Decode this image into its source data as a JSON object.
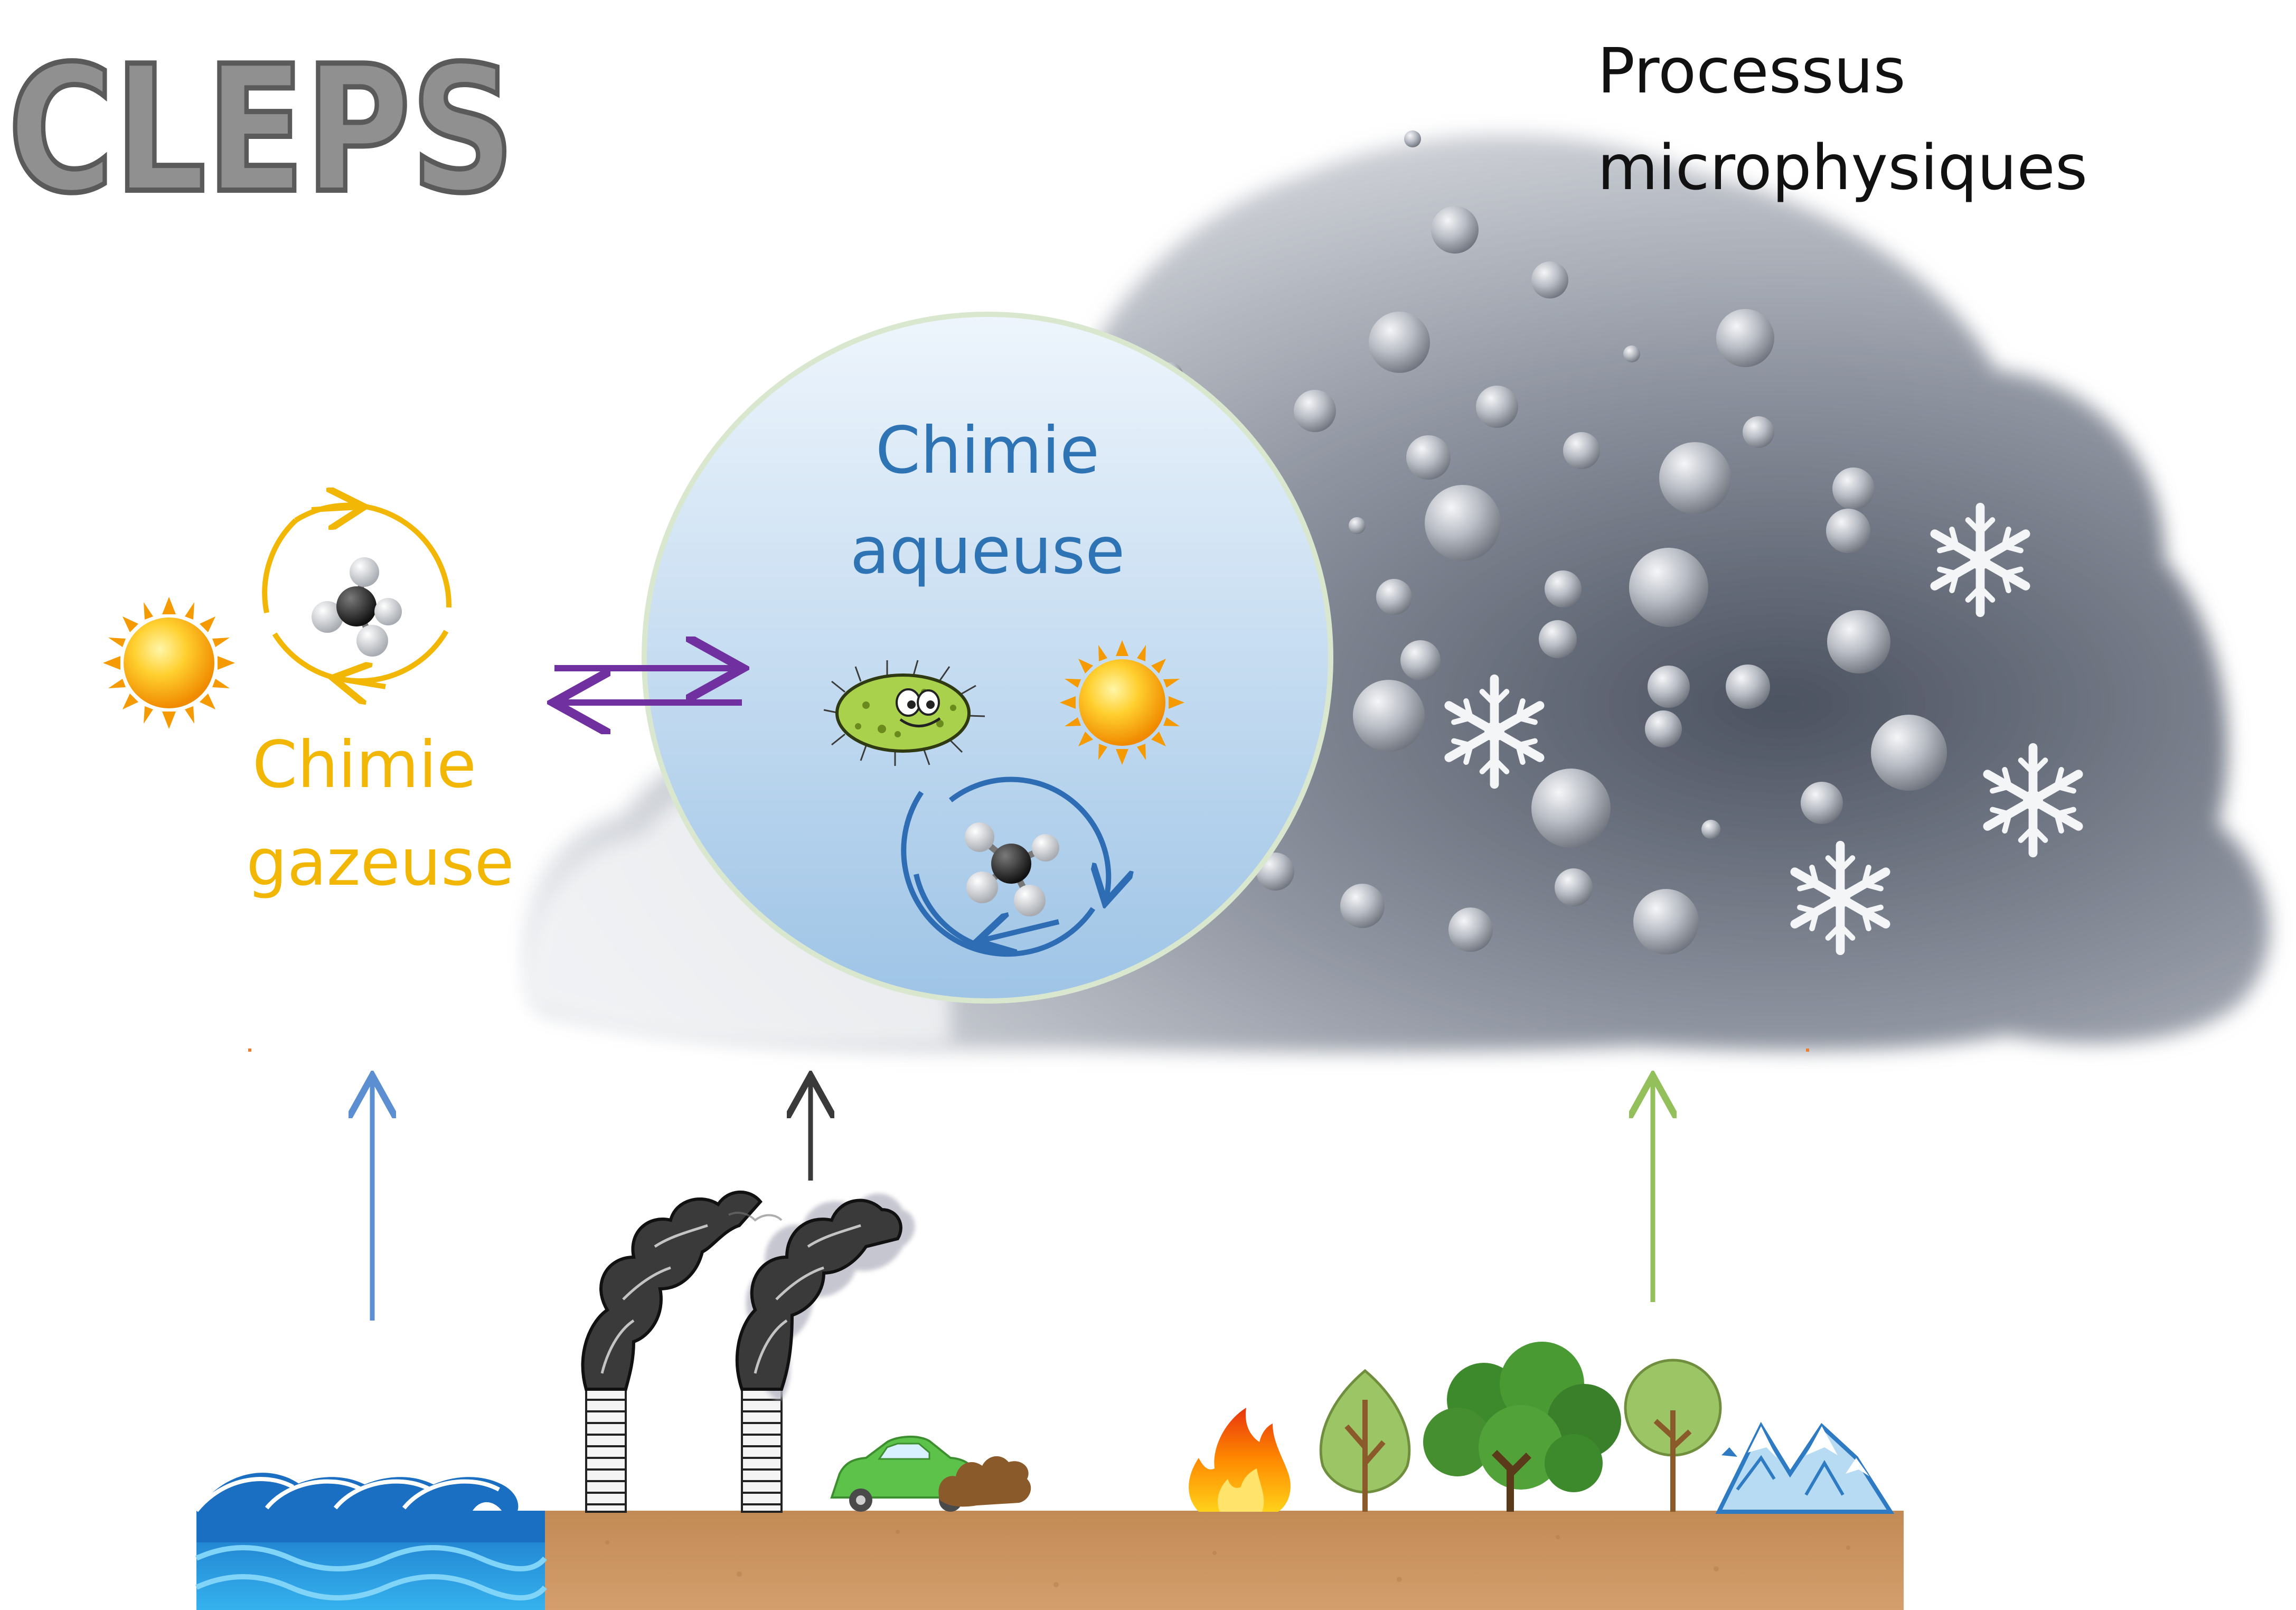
{
  "title": "CLEPS",
  "labels": {
    "microphysics": [
      "Processus",
      "microphysiques"
    ],
    "aqueous": [
      "Chimie",
      "aqueuse"
    ],
    "gas": [
      "Chimie",
      "gazeuse"
    ]
  },
  "colors": {
    "title_fill": "#8f8f8f",
    "title_stroke": "#5f5f5f",
    "gas": "#f2b705",
    "aqueous_text": "#2e74b5",
    "aqueous_cycle": "#2e6db4",
    "exchange_arrows": "#7030a0",
    "ocean_arrow": "#5b8fd1",
    "industry_arrow": "#3a3a3a",
    "biogenic_arrow": "#93c05a",
    "soil": "#c8905e",
    "ocean": "#1a8bd6",
    "cloud_dark": "#5a6170",
    "cloud_light": "#e6e8ec"
  },
  "icons": [
    "sun-icon",
    "molecule-icon",
    "cycle-arrows-icon",
    "bacteria-icon",
    "droplet-icon",
    "snowflake-icon",
    "wave-icon",
    "factory-chimney-icon",
    "smoke-icon",
    "car-icon",
    "exhaust-icon",
    "fire-icon",
    "tree-icon",
    "mountain-icon"
  ]
}
